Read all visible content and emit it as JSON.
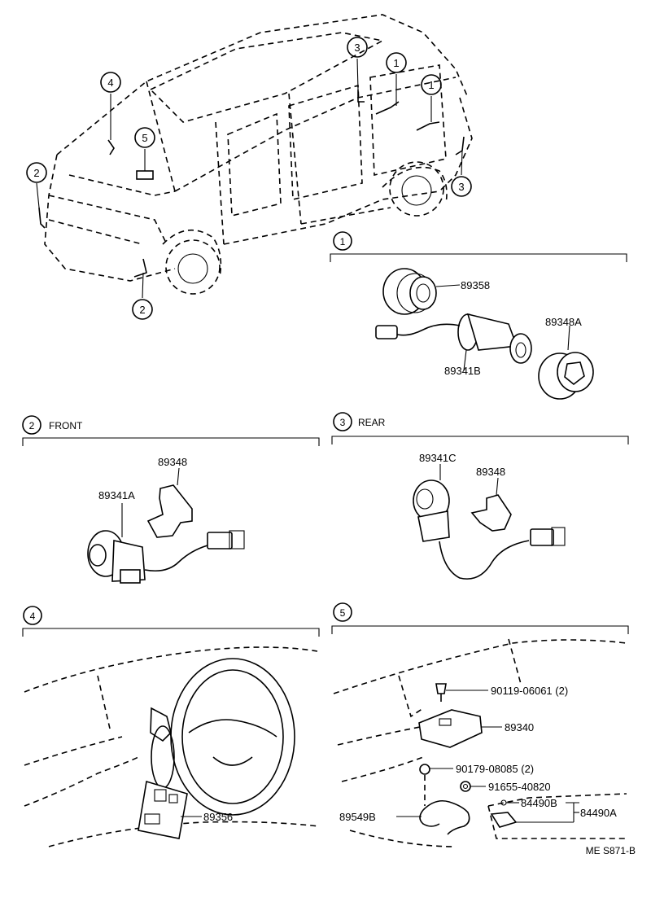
{
  "vehicle_callouts": [
    "1",
    "1",
    "2",
    "2",
    "3",
    "3",
    "4",
    "5"
  ],
  "sections": {
    "s1": {
      "number": "1",
      "title": ""
    },
    "s2": {
      "number": "2",
      "title": "FRONT"
    },
    "s3": {
      "number": "3",
      "title": "REAR"
    },
    "s4": {
      "number": "4",
      "title": ""
    },
    "s5": {
      "number": "5",
      "title": ""
    }
  },
  "parts": {
    "p89358": "89358",
    "p89348A": "89348A",
    "p89341B": "89341B",
    "p89348_front": "89348",
    "p89341A": "89341A",
    "p89341C": "89341C",
    "p89348_rear": "89348",
    "p89356": "89356",
    "p90119": "90119-06061 (2)",
    "p89340": "89340",
    "p90179": "90179-08085 (2)",
    "p91655": "91655-40820",
    "p84490B": "84490B",
    "p84490A": "84490A",
    "p89549B": "89549B"
  },
  "diagram_code": "ME S871-B"
}
